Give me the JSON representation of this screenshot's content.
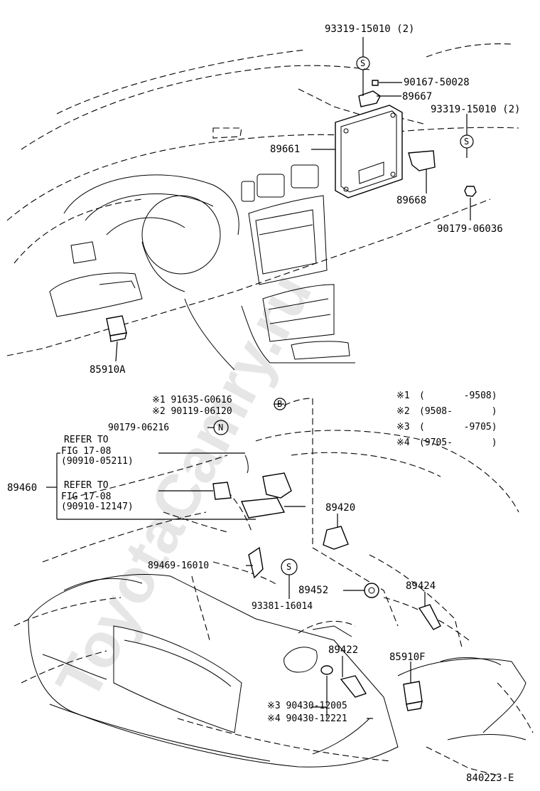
{
  "watermark": "ToyotaCamry.ru",
  "figure_id": "840223-E",
  "symbols": {
    "S": "S",
    "N": "N",
    "B": "B"
  },
  "parts": {
    "p93319_top": "93319-15010 (2)",
    "p90167": "90167-50028",
    "p89667": "89667",
    "p93319_right": "93319-15010 (2)",
    "p89661": "89661",
    "p89668": "89668",
    "p90179_06036": "90179-06036",
    "p85910A": "85910A",
    "p91635": "※1 91635-G0616",
    "p90119": "※2 90119-06120",
    "p90179_06216": "90179-06216",
    "p89460": "89460",
    "p89420": "89420",
    "p89469": "89469-16010",
    "p89452": "89452",
    "p93381": "93381-16014",
    "p89424": "89424",
    "p89422": "89422",
    "p85910F": "85910F",
    "p90430_12005": "※3 90430-12005",
    "p90430_12221": "※4 90430-12221"
  },
  "refer": {
    "r1_line1": "REFER TO",
    "r1_line2": "FIG 17-08",
    "r1_line3": "(90910-05211)",
    "r2_line1": "REFER TO",
    "r2_line2": "FIG 17-08",
    "r2_line3": "(90910-12147)"
  },
  "notes": [
    {
      "mark": "※1",
      "range": "(       -9508)"
    },
    {
      "mark": "※2",
      "range": "(9508-       )"
    },
    {
      "mark": "※3",
      "range": "(       -9705)"
    },
    {
      "mark": "※4",
      "range": "(9705-       )"
    }
  ]
}
